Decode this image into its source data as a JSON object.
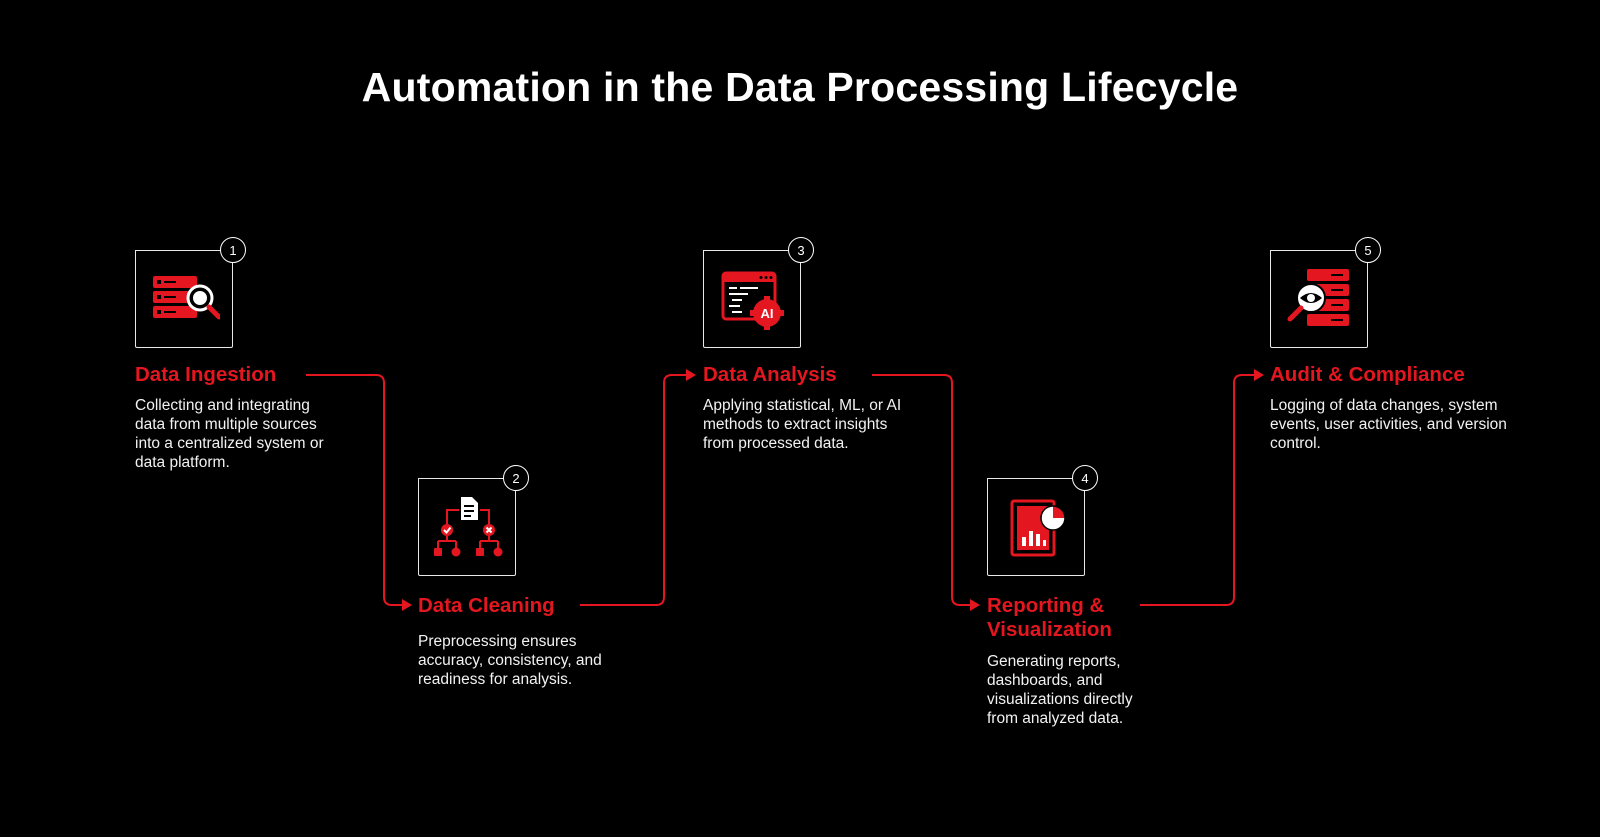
{
  "title": "Automation in the Data Processing Lifecycle",
  "colors": {
    "background": "#000000",
    "accent": "#e4161f",
    "text": "#ffffff"
  },
  "steps": [
    {
      "number": "1",
      "title": "Data Ingestion",
      "description": "Collecting and integrating data from multiple sources into a centralized system or data platform.",
      "icon": "database-search-icon"
    },
    {
      "number": "2",
      "title": "Data Cleaning",
      "description": "Preprocessing ensures accuracy, consistency, and readiness for analysis.",
      "icon": "document-flow-icon"
    },
    {
      "number": "3",
      "title": "Data Analysis",
      "description": "Applying statistical, ML, or AI methods to extract insights from processed data.",
      "icon": "ai-code-window-icon"
    },
    {
      "number": "4",
      "title": "Reporting & Visualization",
      "description": "Generating reports, dashboards, and visualizations directly from analyzed data.",
      "icon": "report-chart-icon"
    },
    {
      "number": "5",
      "title": "Audit & Compliance",
      "description": "Logging of data changes, system events, user activities, and version control.",
      "icon": "server-eye-icon"
    }
  ]
}
